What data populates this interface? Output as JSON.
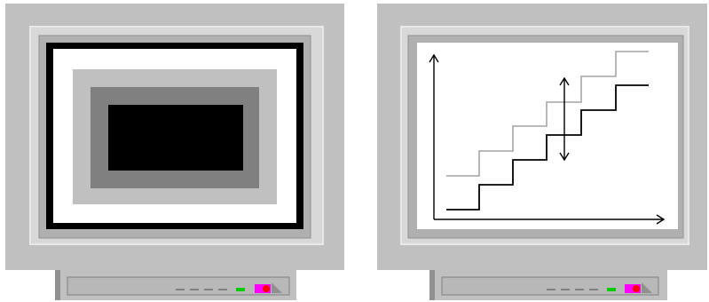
{
  "colors": {
    "page_background": "#ffffff",
    "monitor_casing": "#c0c0c0",
    "bezel_outer": "#e0e0e0",
    "bezel_inner": "#a0a0a0",
    "screen_white": "#ffffff",
    "frame_black": "#000000",
    "pattern_light_gray": "#c0c0c0",
    "pattern_mid_gray": "#808080",
    "pattern_center_black": "#000000",
    "base_gray": "#c0c0c0",
    "slot_gray": "#a8a8a8",
    "led_dash_gray": "#808080",
    "led_green": "#00cc00",
    "led_magenta": "#ff00ff",
    "led_red": "#ff0000",
    "step_light_gray": "#b0b0b0",
    "step_black": "#000000",
    "axis_black": "#000000"
  },
  "monitors": [
    {
      "id": "left",
      "screen_content": "nested-rectangles-pattern"
    },
    {
      "id": "right",
      "screen_content": "staircase-graph"
    }
  ],
  "icons": {
    "up_arrow": "arrow-up-icon",
    "right_arrow": "arrow-right-icon",
    "double_arrow": "double-headed-arrow-icon"
  }
}
